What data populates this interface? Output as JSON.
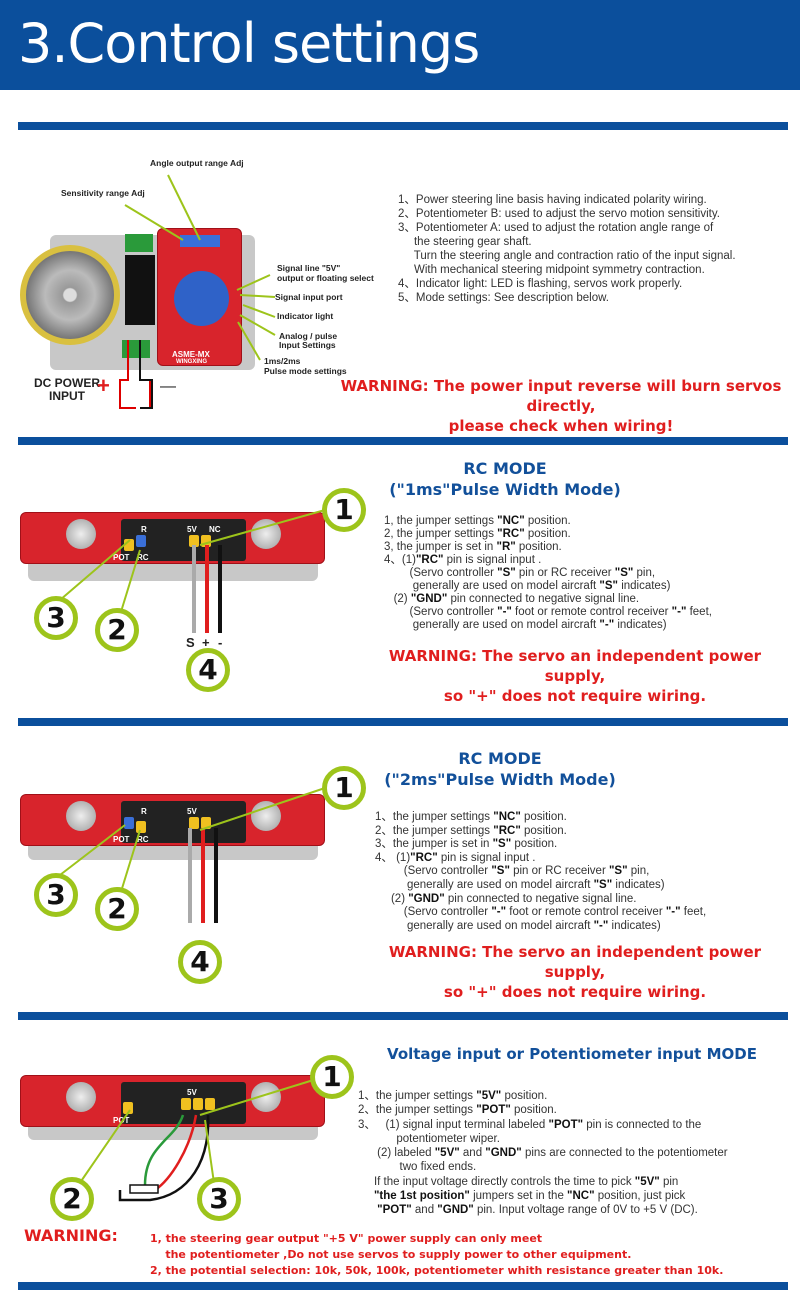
{
  "header": {
    "title": "3.Control settings"
  },
  "colors": {
    "brand": "#0b4f9c",
    "warning": "#e01e1e",
    "accent": "#9dc41b"
  },
  "section1": {
    "callouts": [
      "Angle output range Adj",
      "Sensitivity range Adj",
      "Signal line \"5V\"",
      "output or floating select",
      "Signal input port",
      "Indicator light",
      "Analog / pulse",
      "Input Settings",
      "1ms/2ms",
      "Pulse mode settings"
    ],
    "board_label": "ASME-MX",
    "board_sub": "WINGXING",
    "power_label_1": "DC POWER",
    "power_label_2": "INPUT",
    "plus": "+",
    "minus": "—",
    "items": [
      [
        {
          "t": "1、Power steering line basis having indicated polarity wiring."
        }
      ],
      [
        {
          "t": "2、Potentiometer B: used to adjust the servo motion sensitivity."
        }
      ],
      [
        {
          "t": "3、Potentiometer A: used to adjust the rotation angle range of"
        }
      ],
      [
        {
          "t": "     the steering gear shaft."
        }
      ],
      [
        {
          "t": "     Turn the steering angle and contraction ratio of the input signal."
        }
      ],
      [
        {
          "t": "     With mechanical steering midpoint symmetry contraction."
        }
      ],
      [
        {
          "t": "4、Indicator light: LED is flashing, servos work properly."
        }
      ],
      [
        {
          "t": "5、Mode settings: See description below."
        }
      ]
    ],
    "warning_1": "WARNING: The power input reverse will burn servos directly,",
    "warning_2": "please check when wiring!"
  },
  "section2": {
    "title_1": "RC MODE",
    "title_2": "(\"1ms\"Pulse Width Mode)",
    "pins": [
      "S",
      "+",
      "-"
    ],
    "numbers": [
      "1",
      "2",
      "3",
      "4"
    ],
    "items": [
      [
        {
          "t": "1, the jumper settings "
        },
        {
          "t": "\"NC\"",
          "b": 1
        },
        {
          "t": " position."
        }
      ],
      [
        {
          "t": "2, the jumper settings "
        },
        {
          "t": "\"RC\"",
          "b": 1
        },
        {
          "t": " position."
        }
      ],
      [
        {
          "t": "3, the jumper is set in "
        },
        {
          "t": "\"R\"",
          "b": 1
        },
        {
          "t": " position."
        }
      ],
      [
        {
          "t": "4、(1)"
        },
        {
          "t": "\"RC\"",
          "b": 1
        },
        {
          "t": " pin is signal input ."
        }
      ],
      [
        {
          "t": "        (Servo controller "
        },
        {
          "t": "\"S\"",
          "b": 1
        },
        {
          "t": " pin or RC receiver "
        },
        {
          "t": "\"S\"",
          "b": 1
        },
        {
          "t": " pin,"
        }
      ],
      [
        {
          "t": "         generally are used on model aircraft "
        },
        {
          "t": "\"S\"",
          "b": 1
        },
        {
          "t": " indicates)"
        }
      ],
      [
        {
          "t": "   (2) "
        },
        {
          "t": "\"GND\"",
          "b": 1
        },
        {
          "t": " pin connected to negative signal line."
        }
      ],
      [
        {
          "t": "        (Servo controller "
        },
        {
          "t": "\"-\"",
          "b": 1
        },
        {
          "t": " foot or remote control receiver "
        },
        {
          "t": "\"-\"",
          "b": 1
        },
        {
          "t": " feet,"
        }
      ],
      [
        {
          "t": "         generally are used on model aircraft "
        },
        {
          "t": "\"-\"",
          "b": 1
        },
        {
          "t": " indicates)"
        }
      ]
    ],
    "warning_1": "WARNING: The servo an independent power supply,",
    "warning_2": "so \"+\" does not require wiring."
  },
  "section3": {
    "title_1": "RC MODE",
    "title_2": "(\"2ms\"Pulse Width Mode)",
    "numbers": [
      "1",
      "2",
      "3",
      "4"
    ],
    "items": [
      [
        {
          "t": "1、the jumper settings "
        },
        {
          "t": "\"NC\"",
          "b": 1
        },
        {
          "t": " position."
        }
      ],
      [
        {
          "t": "2、the jumper settings "
        },
        {
          "t": "\"RC\"",
          "b": 1
        },
        {
          "t": " position."
        }
      ],
      [
        {
          "t": "3、the jumper is set in "
        },
        {
          "t": "\"S\"",
          "b": 1
        },
        {
          "t": " position."
        }
      ],
      [
        {
          "t": "4、 (1)"
        },
        {
          "t": "\"RC\"",
          "b": 1
        },
        {
          "t": " pin is signal input ."
        }
      ],
      [
        {
          "t": "         (Servo controller "
        },
        {
          "t": "\"S\"",
          "b": 1
        },
        {
          "t": " pin or RC receiver "
        },
        {
          "t": "\"S\"",
          "b": 1
        },
        {
          "t": " pin,"
        }
      ],
      [
        {
          "t": "          generally are used on model aircraft "
        },
        {
          "t": "\"S\"",
          "b": 1
        },
        {
          "t": " indicates)"
        }
      ],
      [
        {
          "t": "     (2) "
        },
        {
          "t": "\"GND\"",
          "b": 1
        },
        {
          "t": " pin connected to negative signal line."
        }
      ],
      [
        {
          "t": "         (Servo controller "
        },
        {
          "t": "\"-\"",
          "b": 1
        },
        {
          "t": " foot or remote control receiver "
        },
        {
          "t": "\"-\"",
          "b": 1
        },
        {
          "t": " feet,"
        }
      ],
      [
        {
          "t": "          generally are used on model aircraft "
        },
        {
          "t": "\"-\"",
          "b": 1
        },
        {
          "t": " indicates)"
        }
      ]
    ],
    "warning_1": "WARNING: The servo an independent power supply,",
    "warning_2": "so \"+\" does not require wiring."
  },
  "section4": {
    "title": "Voltage input or Potentiometer input MODE",
    "numbers": [
      "1",
      "2",
      "3"
    ],
    "items": [
      [
        {
          "t": "1、the jumper settings "
        },
        {
          "t": "\"5V\"",
          "b": 1
        },
        {
          "t": " position."
        }
      ],
      [
        {
          "t": "2、the jumper settings "
        },
        {
          "t": "\"POT\"",
          "b": 1
        },
        {
          "t": " position."
        }
      ],
      [
        {
          "t": "3、   (1) signal input terminal labeled "
        },
        {
          "t": "\"POT\"",
          "b": 1
        },
        {
          "t": " pin is connected to the"
        }
      ],
      [
        {
          "t": "            potentiometer wiper."
        }
      ],
      [
        {
          "t": "      (2) labeled "
        },
        {
          "t": "\"5V\"",
          "b": 1
        },
        {
          "t": " and "
        },
        {
          "t": "\"GND\"",
          "b": 1
        },
        {
          "t": " pins are connected to the potentiometer"
        }
      ],
      [
        {
          "t": "             two fixed ends."
        }
      ],
      [
        {
          "t": "     If the input voltage directly controls the time to pick "
        },
        {
          "t": "\"5V\"",
          "b": 1
        },
        {
          "t": " pin"
        }
      ],
      [
        {
          "t": "     "
        },
        {
          "t": "\"the 1st position\"",
          "b": 1
        },
        {
          "t": " jumpers set in the "
        },
        {
          "t": "\"NC\"",
          "b": 1
        },
        {
          "t": " position, just pick"
        }
      ],
      [
        {
          "t": "      "
        },
        {
          "t": "\"POT\"",
          "b": 1
        },
        {
          "t": " and "
        },
        {
          "t": "\"GND\"",
          "b": 1
        },
        {
          "t": " pin. Input voltage range of 0V to +5 V (DC)."
        }
      ]
    ],
    "warning_label": "WARNING:",
    "warning_lines": [
      "1, the steering gear output \"+5 V\" power supply can only meet",
      "    the potentiometer ,Do not use servos to supply power to other equipment.",
      "2, the potential selection: 10k, 50k, 100k, potentiometer whith resistance greater than 10k."
    ]
  },
  "board_labels": {
    "r": "R",
    "v5": "5V",
    "nc": "NC",
    "pot": "POT",
    "rc": "RC"
  }
}
